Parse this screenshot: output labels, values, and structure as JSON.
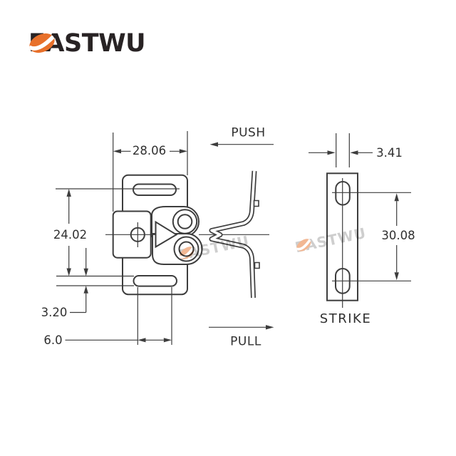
{
  "page": {
    "background": "#ffffff"
  },
  "logo": {
    "text": "EASTWU",
    "orange": "#e8702a",
    "text_color": "#282324"
  },
  "watermarks": [
    {
      "text": "EASTWU"
    },
    {
      "text": "EASTWU"
    }
  ],
  "diagram": {
    "line_color": "#3d3d3d",
    "text_color": "#303030",
    "latch_view": {
      "labels": {
        "push": "PUSH",
        "pull": "PULL"
      },
      "dimensions": {
        "overall_width": "28.06",
        "overall_height": "24.02",
        "wire_gap": "3.20",
        "slot_width": "6.0"
      }
    },
    "strike_view": {
      "label": "STRIKE",
      "dimensions": {
        "slot_width": "3.41",
        "hole_spacing": "30.08"
      }
    }
  }
}
